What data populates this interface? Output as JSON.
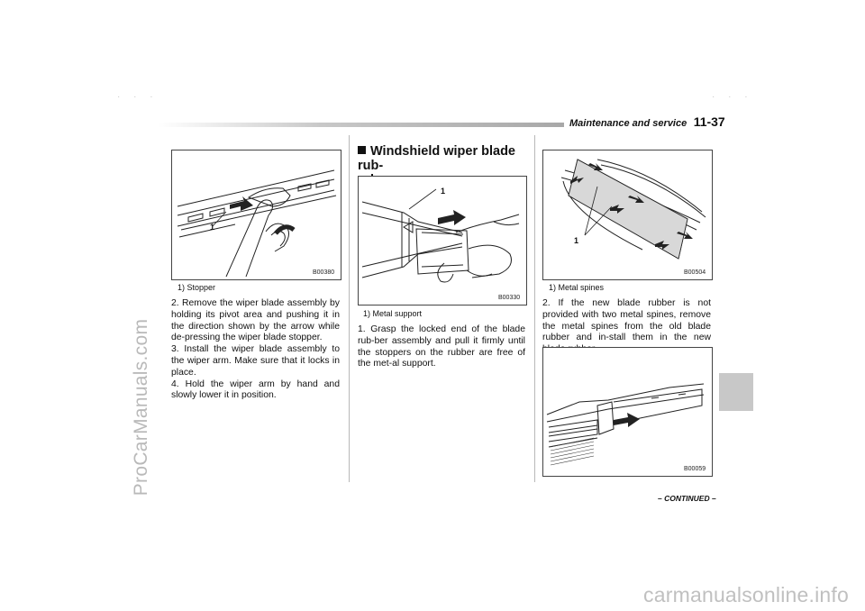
{
  "watermarks": {
    "left": "ProCarManuals.com",
    "bottom": "carmanualsonline.info"
  },
  "header": {
    "section": "Maintenance and service",
    "page": "11-37"
  },
  "left_column": {
    "figure": {
      "code": "B00380",
      "callout": "1"
    },
    "caption": "1)  Stopper",
    "steps": [
      "2.  Remove the wiper blade assembly by holding its pivot area and pushing it in the direction shown by the arrow while de-pressing the wiper blade stopper.",
      "3.  Install the wiper blade assembly to the wiper arm. Make sure that it locks in place.",
      "4.  Hold the wiper arm by hand and slowly lower it in position."
    ]
  },
  "middle_column": {
    "heading_line1": "Windshield wiper blade rub-",
    "heading_line2": "ber",
    "figure": {
      "code": "B00330",
      "callout": "1"
    },
    "caption": "1)  Metal support",
    "step": "1.  Grasp the locked end of the blade rub-ber assembly and pull it firmly until the stoppers on the rubber are free of the met-al support."
  },
  "right_column": {
    "figure_top": {
      "code": "B00504",
      "callout": "1"
    },
    "caption": "1)  Metal spines",
    "step": "2.  If the new blade rubber is not provided with two metal spines, remove the metal spines from the old blade rubber and in-stall them in the new blade rubber.",
    "figure_bottom": {
      "code": "B00059"
    }
  },
  "footer": {
    "continued": "– CONTINUED –"
  }
}
